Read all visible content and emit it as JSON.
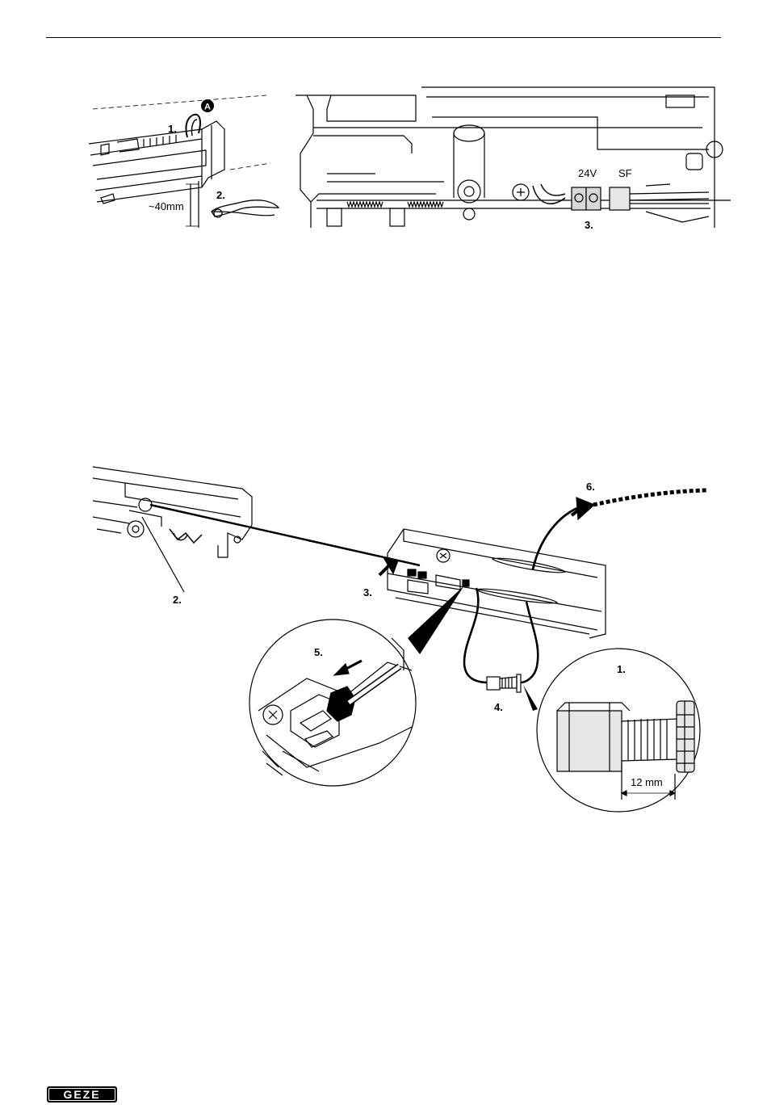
{
  "figure_top": {
    "left_panel": {
      "step_1": "1.",
      "badge": "A",
      "step_2": "2.",
      "dimension": "~40mm"
    },
    "right_panel": {
      "terminal_24v": "24V",
      "terminal_sf": "SF",
      "step_3": "3."
    }
  },
  "figure_bottom": {
    "step_2": "2.",
    "step_3": "3.",
    "step_4": "4.",
    "step_5": "5.",
    "step_6": "6.",
    "detail_step": "1.",
    "detail_dimension": "12 mm"
  },
  "footer": {
    "logo_text": "GEZE"
  }
}
